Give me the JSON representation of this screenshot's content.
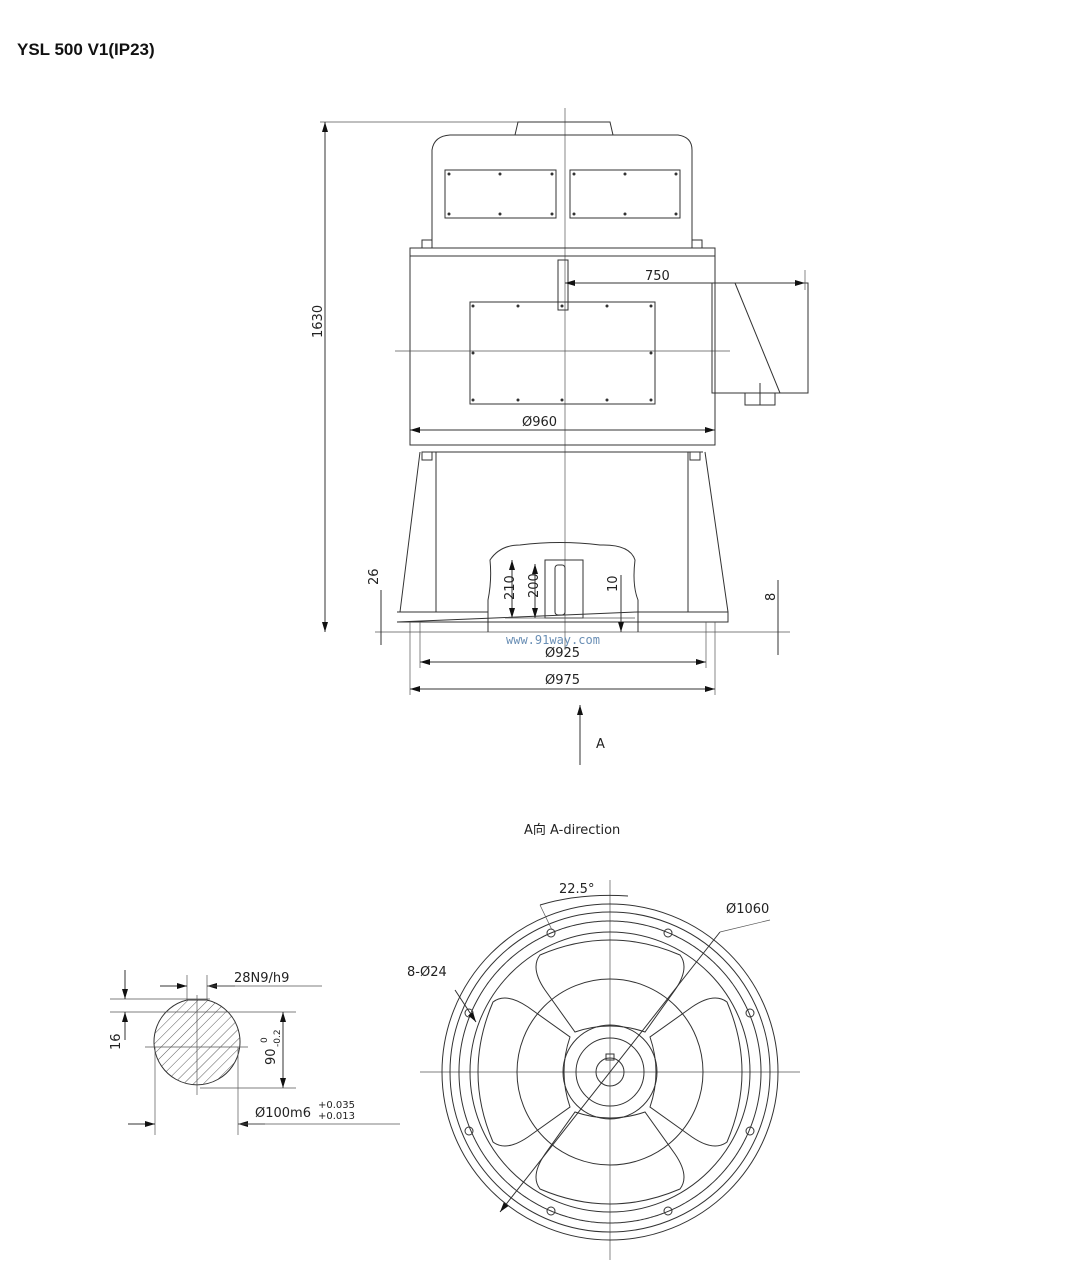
{
  "title": "YSL 500 V1(IP23)",
  "front_view": {
    "dims": {
      "height": "1630",
      "terminal_offset": "750",
      "body_dia": "Ø960",
      "spigot_dia": "Ø925",
      "flange_dia": "Ø975",
      "flange_thk": "26",
      "shaft_len": "210",
      "key_len": "200",
      "key_offset": "10",
      "spigot_depth": "8"
    },
    "view_arrow": "A",
    "watermark": "www.91way.com"
  },
  "a_view": {
    "caption": "A向  A-direction",
    "dims": {
      "angle": "22.5°",
      "outer_dia": "Ø1060",
      "holes": "8-Ø24"
    }
  },
  "shaft_section": {
    "key_width": "28N9/h9",
    "key_depth": "16",
    "height": "90",
    "height_tol_upper": "0",
    "height_tol_lower": "-0.2",
    "dia": "Ø100m6",
    "dia_tol_upper": "+0.035",
    "dia_tol_lower": "+0.013"
  }
}
